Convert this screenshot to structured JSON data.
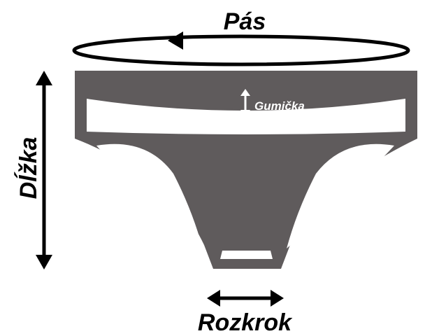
{
  "labels": {
    "waist": "Pás",
    "elastic": "Gumička",
    "length": "Dĺžka",
    "crotch": "Rozkrok"
  },
  "colors": {
    "garment": "#5f5b5c",
    "ink": "#000000",
    "fill": "#ffffff"
  }
}
